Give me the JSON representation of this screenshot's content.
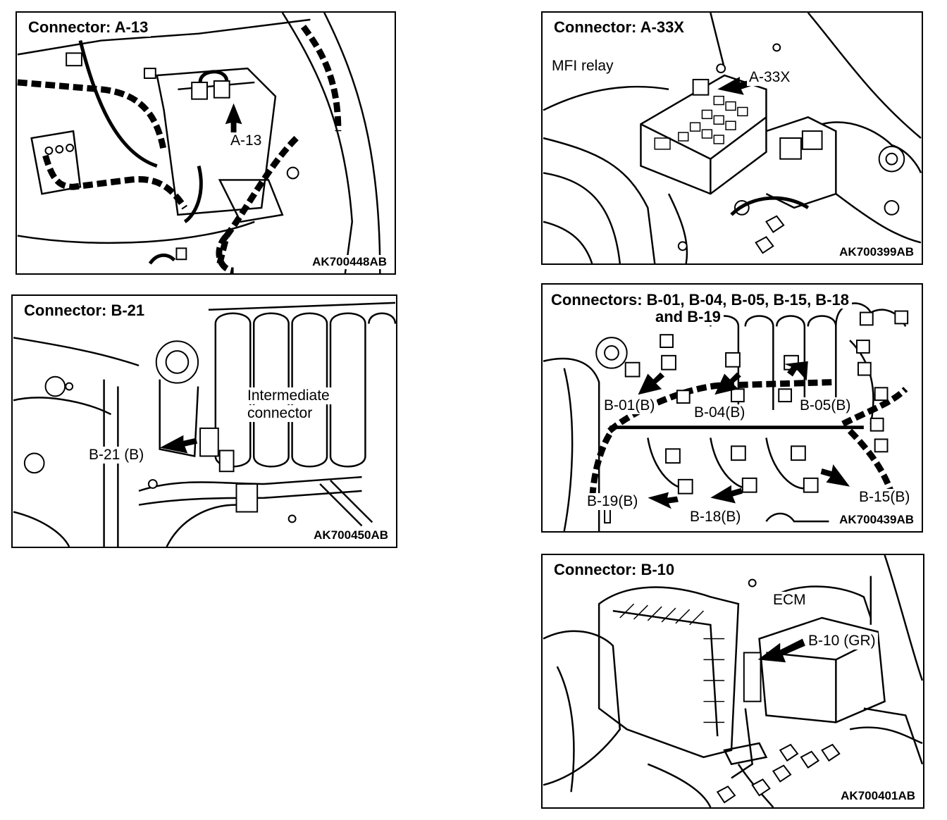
{
  "panels": {
    "a13": {
      "title": "Connector: A-13",
      "callout": "A-13",
      "code": "AK700448AB"
    },
    "a33x": {
      "title": "Connector: A-33X",
      "mfi_label": "MFI relay",
      "callout": "A-33X",
      "code": "AK700399AB"
    },
    "b21": {
      "title": "Connector: B-21",
      "intermediate_line1": "Intermediate",
      "intermediate_line2": "connector",
      "callout": "B-21 (B)",
      "code": "AK700450AB"
    },
    "bmulti": {
      "title_line1": "Connectors: B-01, B-04, B-05, B-15, B-18",
      "title_line2": "and B-19",
      "b01": "B-01(B)",
      "b04": "B-04(B)",
      "b05": "B-05(B)",
      "b19": "B-19(B)",
      "b18": "B-18(B)",
      "b15": "B-15(B)",
      "code": "AK700439AB"
    },
    "b10": {
      "title": "Connector: B-10",
      "ecm_label": "ECM",
      "callout": "B-10 (GR)",
      "code": "AK700401AB"
    }
  }
}
